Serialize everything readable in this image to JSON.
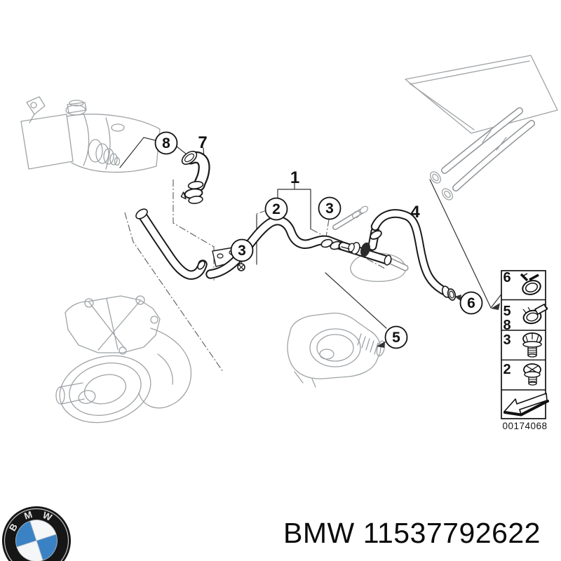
{
  "page": {
    "background": "#ffffff"
  },
  "diagram": {
    "type": "exploded-parts-diagram",
    "image_code": "00174068",
    "callouts": [
      {
        "label": "1",
        "style": "plain"
      },
      {
        "label": "2",
        "style": "circled"
      },
      {
        "label": "3",
        "style": "circled"
      },
      {
        "label": "3",
        "style": "circled"
      },
      {
        "label": "4",
        "style": "plain"
      },
      {
        "label": "5",
        "style": "circled"
      },
      {
        "label": "6",
        "style": "circled"
      },
      {
        "label": "7",
        "style": "plain"
      },
      {
        "label": "8",
        "style": "circled"
      }
    ]
  },
  "legend": {
    "rows": [
      {
        "labels": [
          "6"
        ],
        "icon": "spring-band-clamp-icon"
      },
      {
        "labels": [
          "5",
          "8"
        ],
        "icon": "worm-drive-clamp-icon"
      },
      {
        "labels": [
          "3"
        ],
        "icon": "hex-flange-bolt-icon"
      },
      {
        "labels": [
          "2"
        ],
        "icon": "sealing-plug-icon"
      },
      {
        "labels": [],
        "icon": "direction-arrow-icon"
      }
    ]
  },
  "footer": {
    "brand": "BMW",
    "part_number": "11537792622",
    "logo": "bmw-roundel",
    "logo_letters": [
      "B",
      "M",
      "W"
    ],
    "colors": {
      "bmw_blue": "#3b82c4",
      "text": "#0a0a0a"
    }
  }
}
